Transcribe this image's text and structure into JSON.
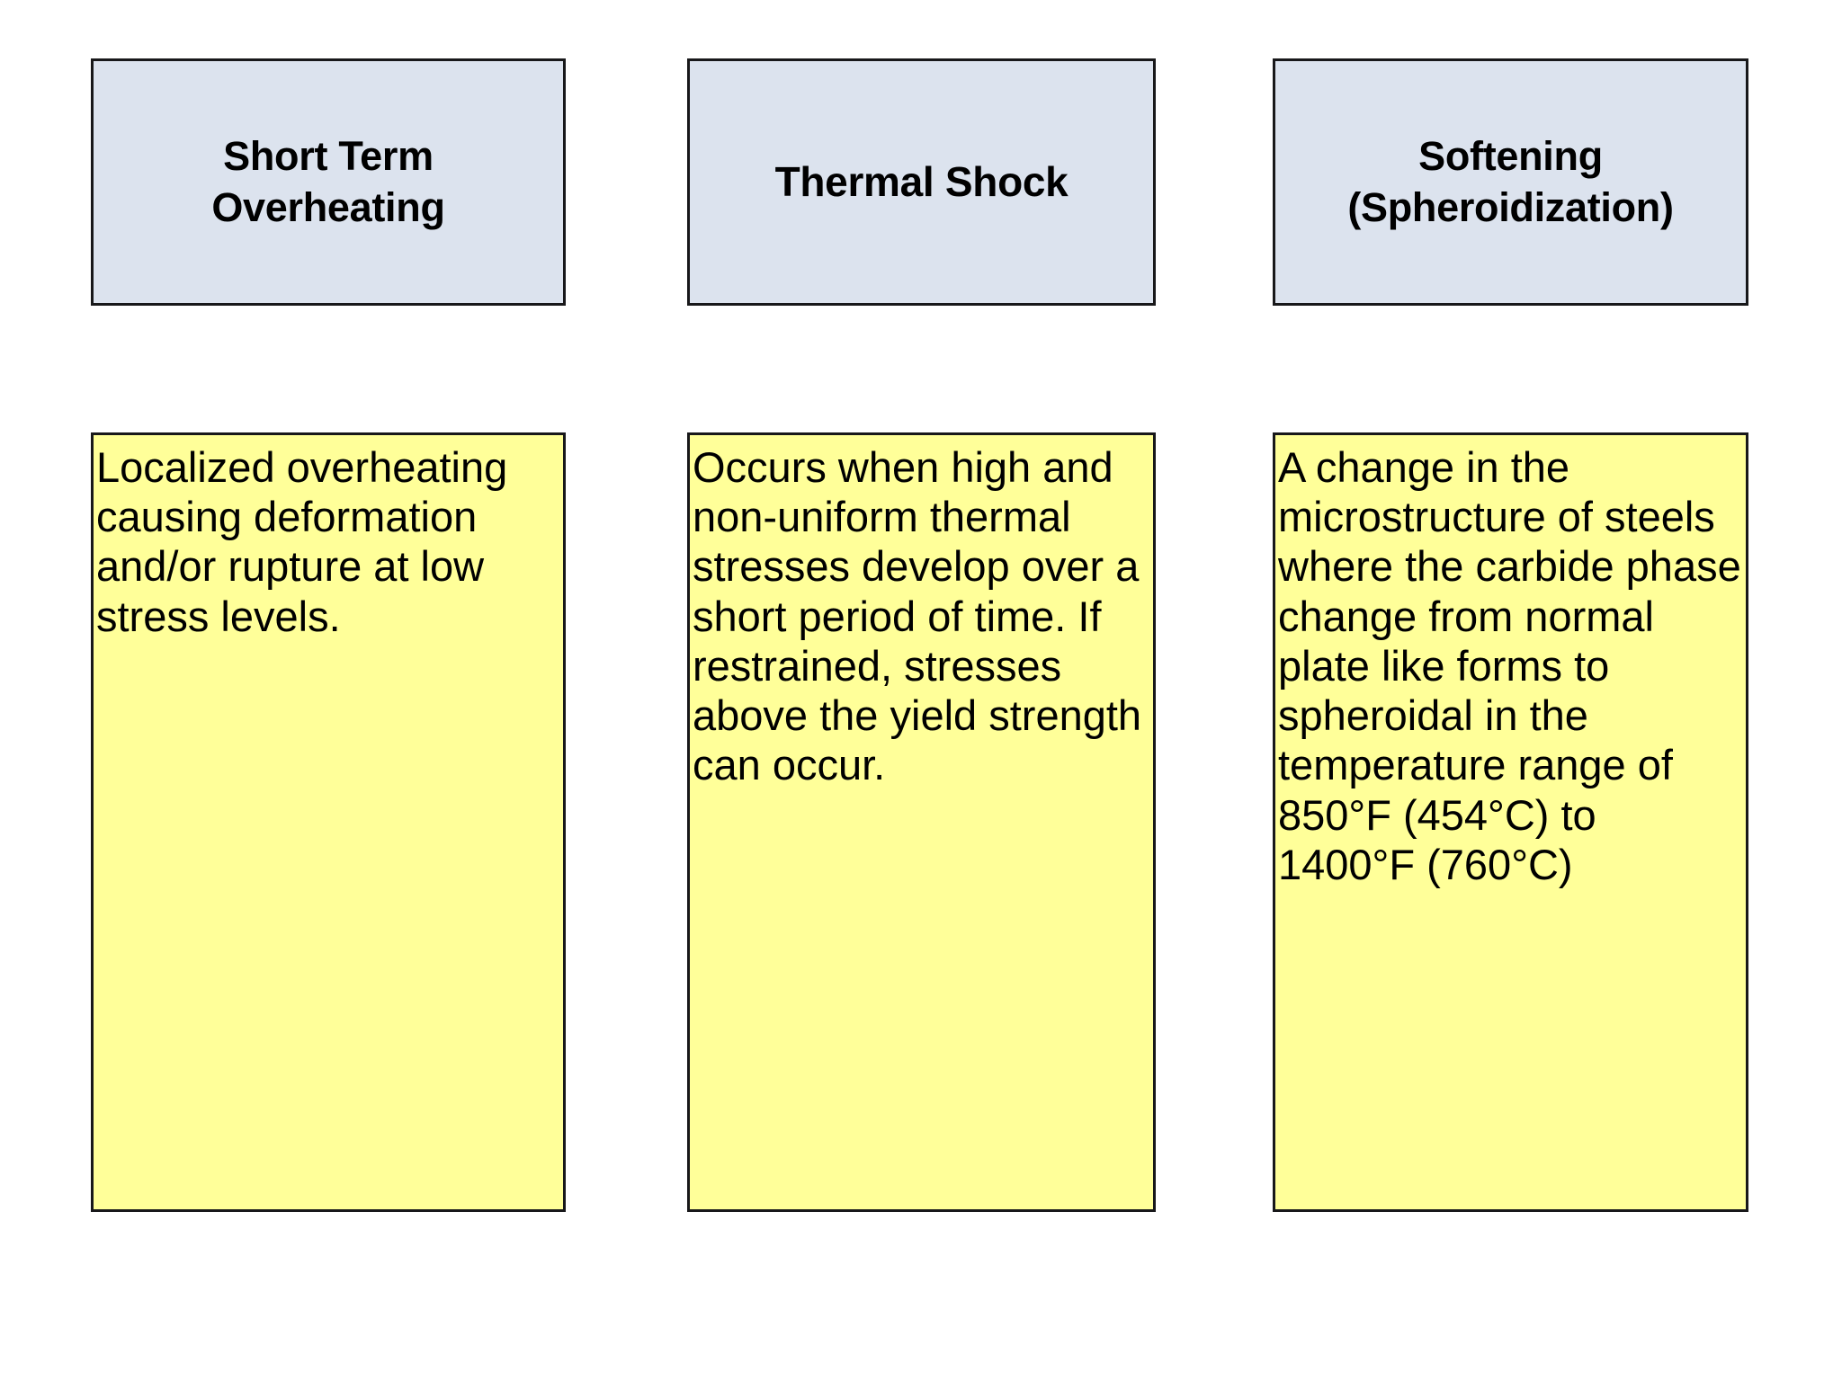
{
  "theme": {
    "page_background": "#FFFFFF",
    "header_fill": "#DCE3EE",
    "body_fill": "#FFFF99",
    "border_color": "#18181A",
    "text_color": "#000000"
  },
  "columns": [
    {
      "id": "short-term-overheating",
      "header": "Short Term\nOverheating",
      "body": "Localized overheating causing deformation and/or rupture at low stress levels."
    },
    {
      "id": "thermal-shock",
      "header": "Thermal Shock",
      "body": "Occurs when high and non-uniform thermal stresses develop over a short period of time. If restrained, stresses above the yield strength can occur."
    },
    {
      "id": "softening-spheroidization",
      "header": "Softening\n(Spheroidization)",
      "body": "A change in the microstructure of steels where the carbide phase change from normal plate like forms to spheroidal   in the temperature range of 850°F (454°C) to 1400°F (760°C)"
    }
  ]
}
